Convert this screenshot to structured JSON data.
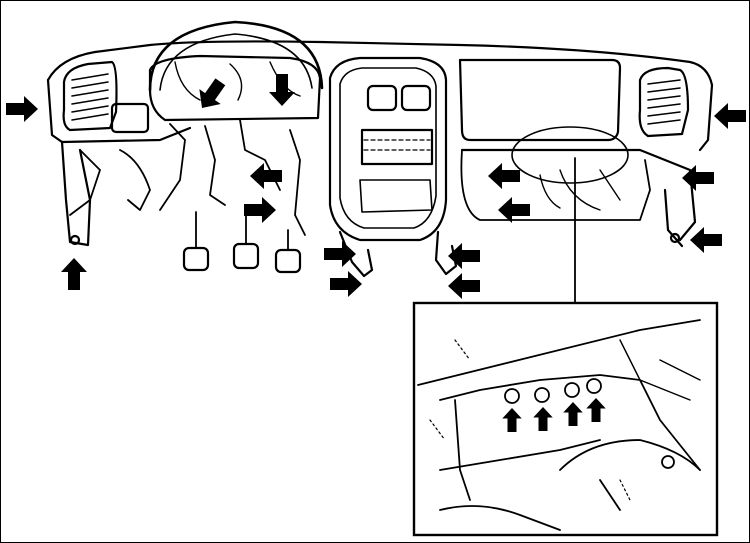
{
  "diagram": {
    "line_color": "#000000",
    "background_color": "#ffffff",
    "arrow_icon": "solid-arrow-icon",
    "main_view_arrows": [
      {
        "id": "left-end",
        "direction": "right"
      },
      {
        "id": "left-leg",
        "direction": "up"
      },
      {
        "id": "cluster-top",
        "direction": "down"
      },
      {
        "id": "cluster-left",
        "direction": "down-left"
      },
      {
        "id": "steering-mid",
        "direction": "left"
      },
      {
        "id": "steering-low",
        "direction": "right"
      },
      {
        "id": "center-bracket-left-upper",
        "direction": "right"
      },
      {
        "id": "center-bracket-left-lower",
        "direction": "right"
      },
      {
        "id": "center-bracket-right-upper",
        "direction": "left"
      },
      {
        "id": "center-bracket-right-lower",
        "direction": "left"
      },
      {
        "id": "glovebox-upper",
        "direction": "left"
      },
      {
        "id": "glovebox-lower",
        "direction": "left"
      },
      {
        "id": "right-side",
        "direction": "left"
      },
      {
        "id": "right-lower",
        "direction": "left"
      },
      {
        "id": "right-end",
        "direction": "left"
      }
    ],
    "inset_arrows": [
      {
        "id": "inset-bolt-1",
        "direction": "up"
      },
      {
        "id": "inset-bolt-2",
        "direction": "up"
      },
      {
        "id": "inset-bolt-3",
        "direction": "up"
      },
      {
        "id": "inset-bolt-4",
        "direction": "up"
      }
    ]
  }
}
